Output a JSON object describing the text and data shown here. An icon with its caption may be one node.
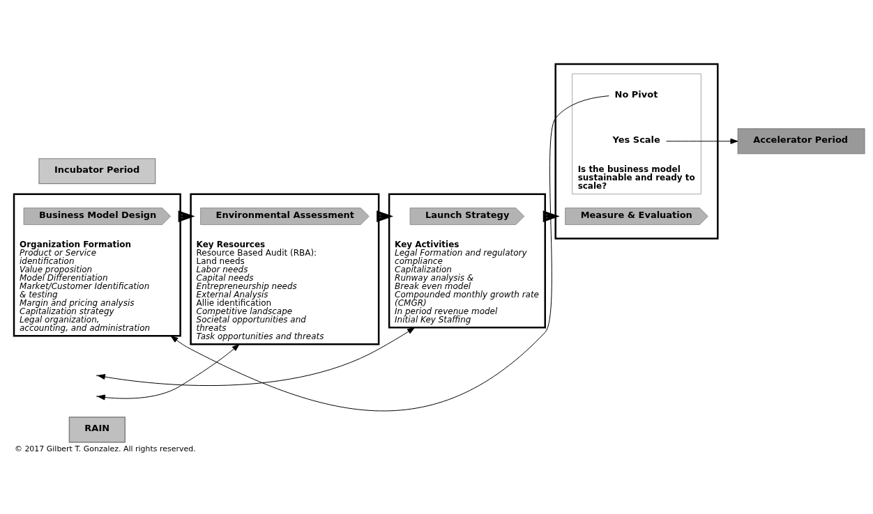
{
  "diagram": {
    "caption": "© 2017 Gilbert T. Gonzalez. All rights reserved.",
    "nodes": [
      {
        "text": [
          "RAIN"
        ]
      },
      {
        "text": [
          "Organization Formation",
          "Product or Service identification",
          "Value proposition",
          "Model Differentiation",
          "Market/Customer Identification & testing",
          "Margin and pricing analysis",
          "Capitalization strategy",
          "Legal organization, accounting, and administration"
        ]
      },
      {
        "text": [
          "Business Model Design"
        ],
        "in": 1
      },
      {
        "text": [
          "Key Resources",
          "Resource Based Audit (RBA):",
          "Land needs",
          "Labor needs",
          "Capital needs",
          "Entrepreneurship needs",
          "External Analysis",
          "Allie identification",
          "Competitive landscape",
          "Societal opportunities and threats",
          "Task opportunities and threats"
        ]
      },
      {
        "text": [
          "Environmental Assessment"
        ],
        "in": 3
      },
      {
        "text": [
          "Key Activities",
          "Legal Formation and regulatory compliance",
          "Capitalization",
          "Runway analysis &",
          "Break even model",
          "Compounded monthly growth rate (CMGR)",
          "In period revenue model",
          "Initial Key Staffing"
        ]
      },
      {
        "text": [
          "Launch Strategy"
        ],
        "in": 5
      },
      {
        "text": [],
        "shape": "box"
      },
      {
        "text": [
          "Measure & Evaluation"
        ],
        "in": 7
      },
      {
        "text": [
          "Is the business model sustainable and ready to scale?"
        ],
        "in": 7
      },
      {
        "text": [
          "No Pivot"
        ],
        "in": 9
      },
      {
        "text": [
          "Yes Scale"
        ],
        "in": 9
      },
      {
        "text": [
          "Incubator Period"
        ]
      },
      {
        "text": [
          "Accelerator Period"
        ]
      }
    ],
    "edges": [
      {
        "from": 1,
        "to": 3,
        "arrow": "to",
        "style": "thick"
      },
      {
        "from": 3,
        "to": 5,
        "arrow": "to",
        "style": "thick"
      },
      {
        "from": 5,
        "to": 7,
        "arrow": "to",
        "style": "thick"
      },
      {
        "from": 10,
        "to": 1,
        "arrow": "to"
      },
      {
        "from": 11,
        "to": 13,
        "arrow": "to"
      },
      {
        "from": 3,
        "to": null,
        "arrow": "both"
      },
      {
        "from": 5,
        "to": null,
        "arrow": "both"
      }
    ]
  }
}
